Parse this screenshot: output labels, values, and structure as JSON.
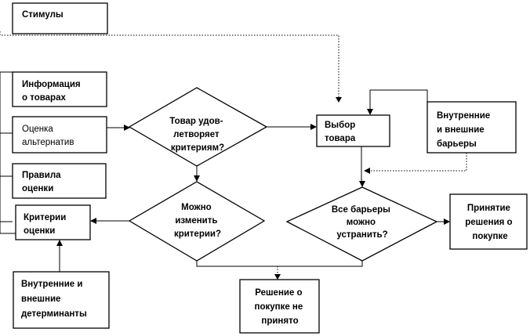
{
  "nodes": {
    "stimuli": {
      "lines": [
        "Стимулы"
      ]
    },
    "product_info": {
      "lines": [
        "Информация",
        "о товарах"
      ]
    },
    "alt_eval": {
      "lines": [
        "Оценка",
        "альтернатив"
      ]
    },
    "eval_rules": {
      "lines": [
        "Правила",
        "оценки"
      ]
    },
    "eval_criteria": {
      "lines": [
        "Критерии",
        "оценки"
      ]
    },
    "determinants": {
      "lines": [
        "Внутренние и",
        "внешние",
        "детерминанты"
      ]
    },
    "satisfies": {
      "lines": [
        "Товар удов-",
        "летворяет",
        "критериям?"
      ]
    },
    "change_criteria": {
      "lines": [
        "Можно",
        "изменить",
        "критерии?"
      ]
    },
    "product_choice": {
      "lines": [
        "Выбор",
        "товара"
      ]
    },
    "barriers": {
      "lines": [
        "Внутренние",
        "и внешние",
        "барьеры"
      ]
    },
    "overcome": {
      "lines": [
        "Все барьеры",
        "можно",
        "устранить?"
      ]
    },
    "accept": {
      "lines": [
        "Принятие",
        "решения о",
        "покупке"
      ]
    },
    "not_accepted": {
      "lines": [
        "Решение о",
        "покупке не",
        "принято"
      ]
    }
  }
}
